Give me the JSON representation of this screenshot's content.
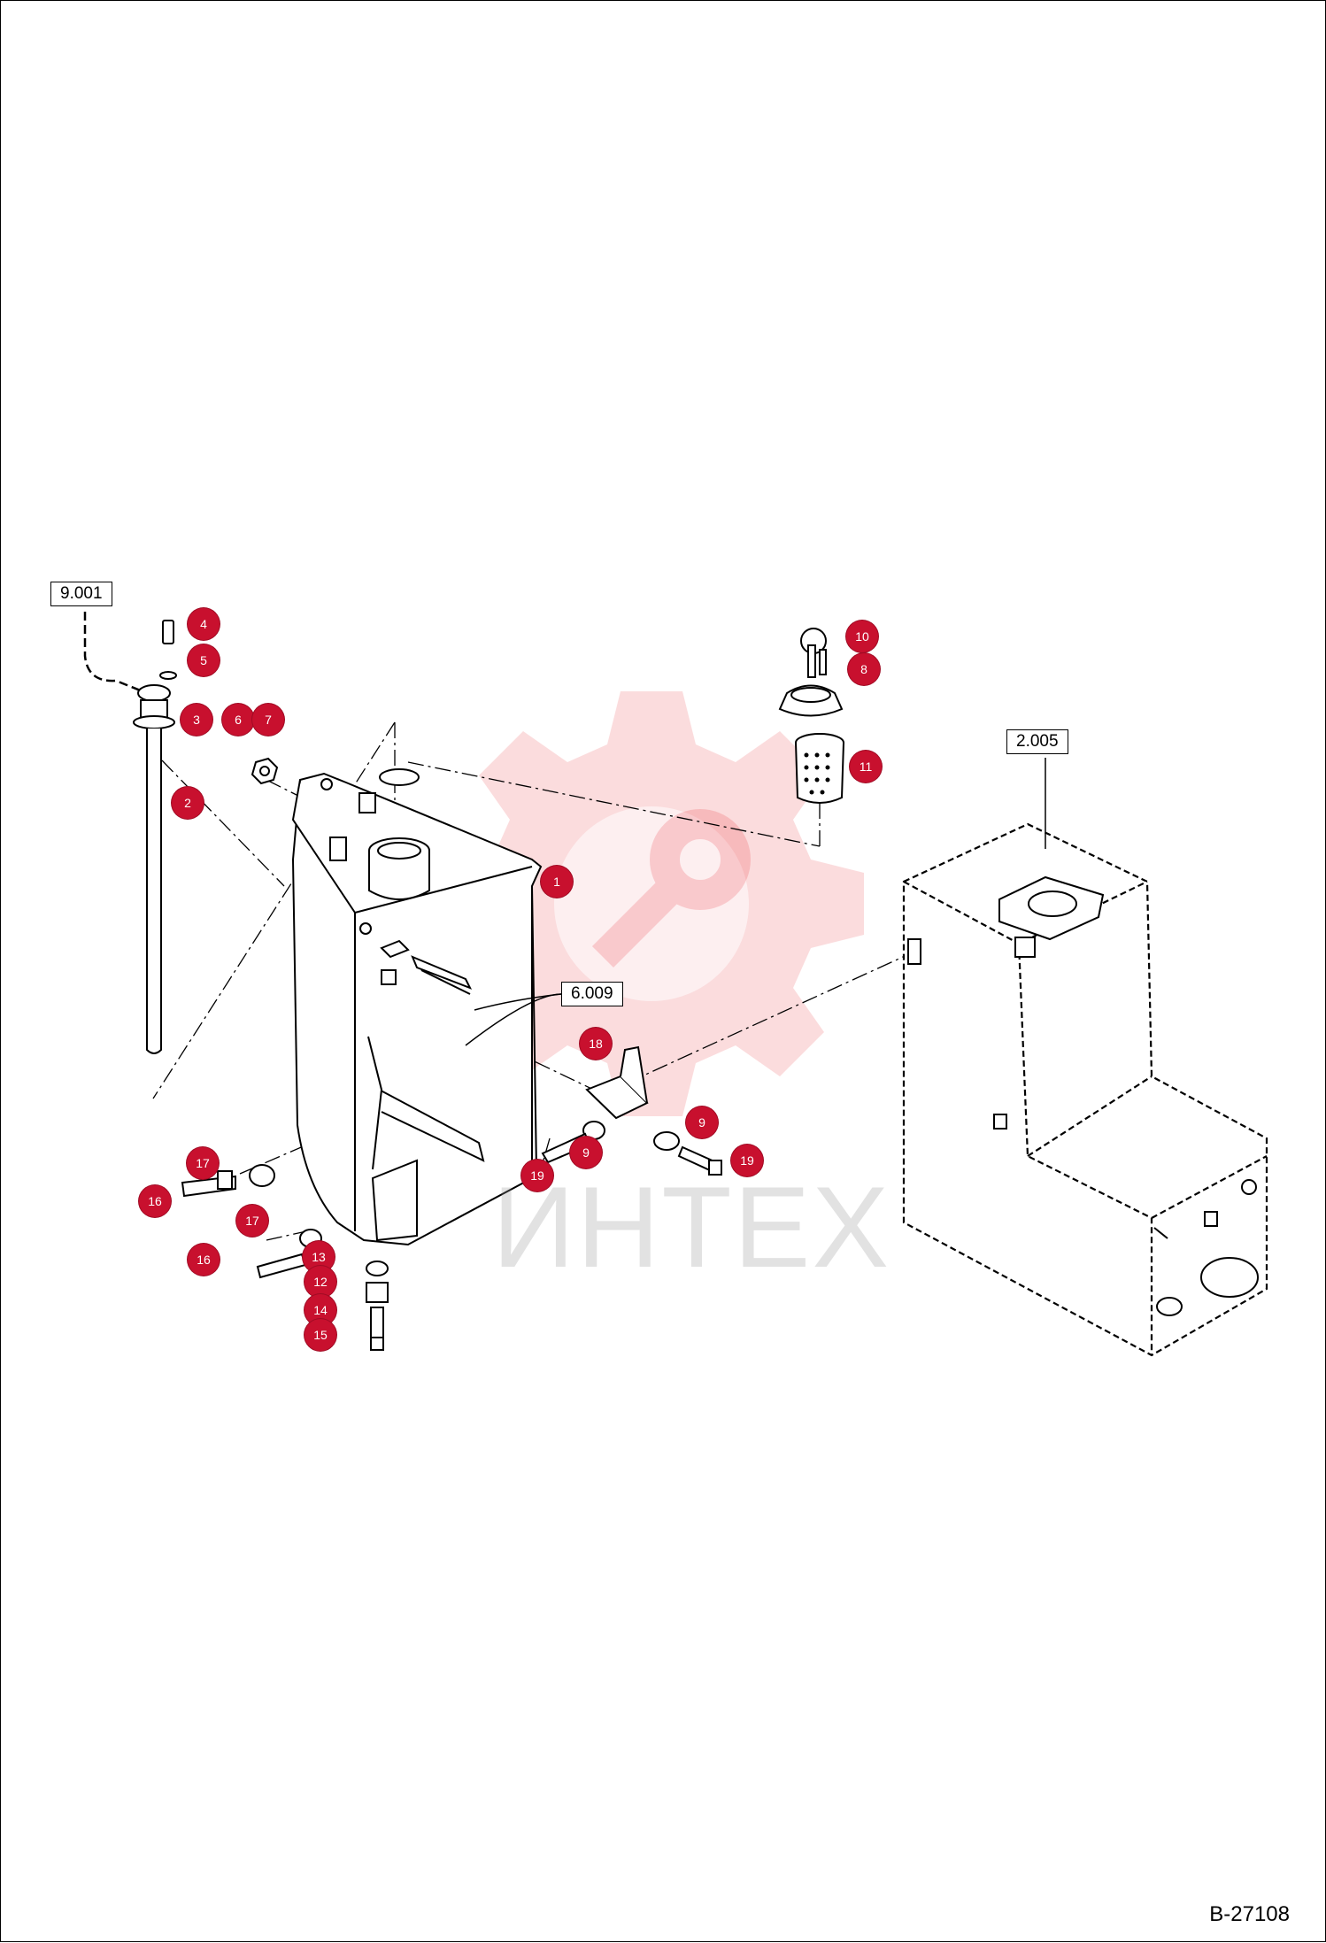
{
  "sheet": {
    "code": "B-27108"
  },
  "references": [
    {
      "id": "ref-9001",
      "label": "9.001"
    },
    {
      "id": "ref-2005",
      "label": "2.005"
    },
    {
      "id": "ref-6009",
      "label": "6.009"
    }
  ],
  "callouts": [
    "4",
    "5",
    "3",
    "6",
    "7",
    "2",
    "1",
    "10",
    "8",
    "11",
    "18",
    "9",
    "9",
    "19",
    "19",
    "17",
    "16",
    "17",
    "16",
    "13",
    "12",
    "14",
    "15"
  ],
  "watermark": {
    "text": "ИНТЕХ",
    "color": "#e8232d"
  },
  "colors": {
    "callout": "#c8102e",
    "line": "#000000"
  }
}
